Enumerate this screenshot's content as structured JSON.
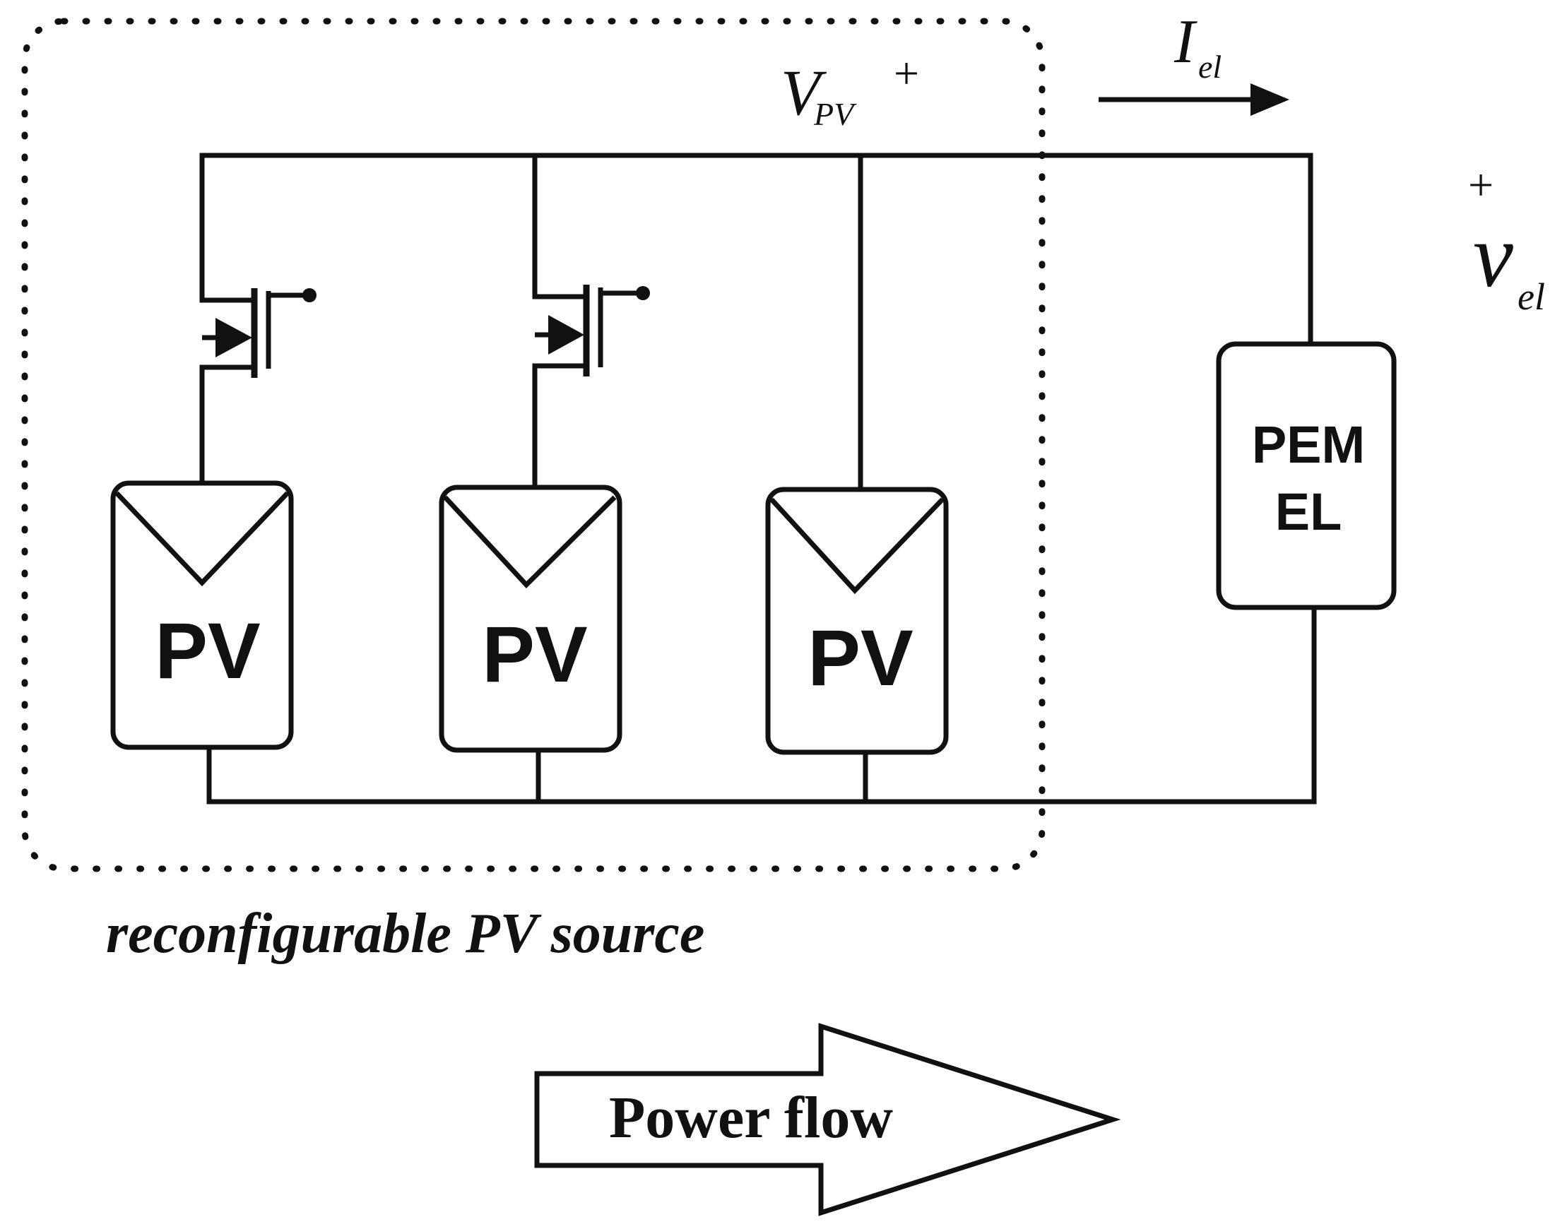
{
  "diagram": {
    "pv_panels": [
      {
        "label": "PV"
      },
      {
        "label": "PV"
      },
      {
        "label": "PV"
      }
    ],
    "load": {
      "line1": "PEM",
      "line2": "EL"
    },
    "labels": {
      "vpv_main": "V",
      "vpv_sub": "PV",
      "vpv_plus": "+",
      "iel_main": "I",
      "iel_sub": "el",
      "vel_plus": "+",
      "vel_main": "v",
      "vel_sub": "el",
      "source_caption": "reconfigurable PV source",
      "power_flow": "Power flow"
    }
  }
}
